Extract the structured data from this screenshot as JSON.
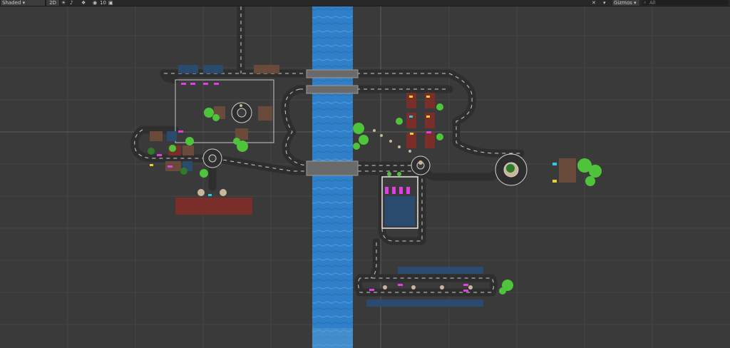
{
  "toolbar": {
    "shading_mode": "Shaded",
    "mode_2d": "2D",
    "gizmos_label": "Gizmos",
    "search_placeholder": "All",
    "scene_visibility_count": "10",
    "icons": [
      "chevron-down-icon",
      "light-icon",
      "audio-icon",
      "effects-icon",
      "eye-icon",
      "camera-icon",
      "tools-icon",
      "search-icon"
    ]
  },
  "scene": {
    "river_color": "#2f80c8",
    "road_color": "#3b3b3b",
    "background_color": "#3a3a3a",
    "grid_color": "#4a4a4a"
  }
}
